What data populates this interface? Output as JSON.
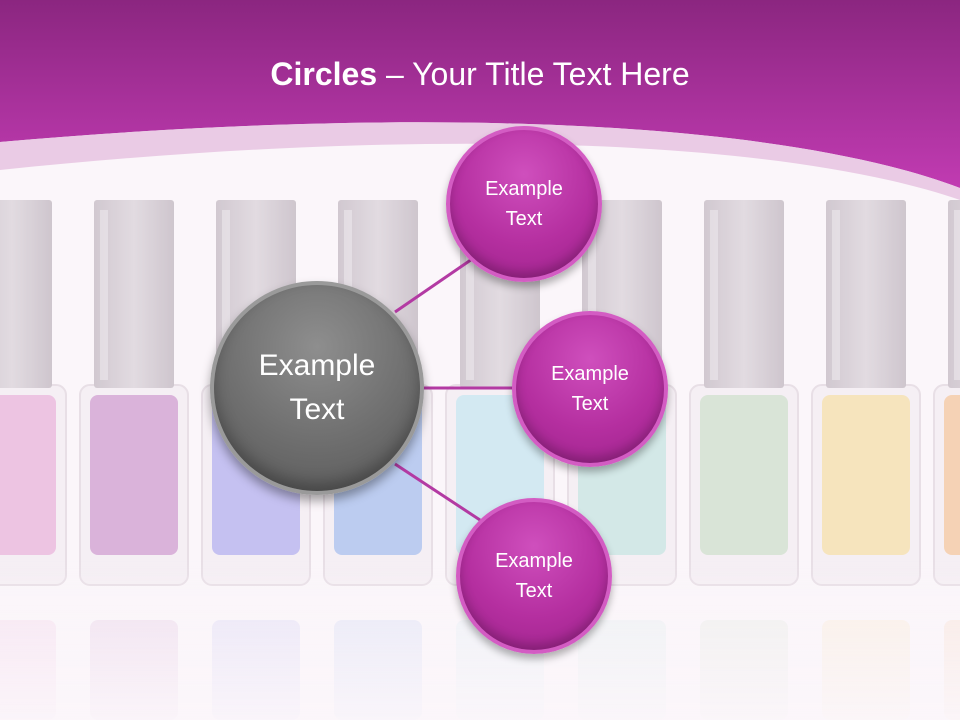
{
  "header": {
    "title_bold": "Circles",
    "title_rest": " – Your Title Text Here"
  },
  "diagram": {
    "center": {
      "label": "Example Text"
    },
    "nodes": [
      {
        "label": "Example Text"
      },
      {
        "label": "Example Text"
      },
      {
        "label": "Example Text"
      }
    ],
    "connector_color": "#b33aa3"
  },
  "colors": {
    "header_top": "#8b2680",
    "header_bottom": "#c13bb2",
    "node_fill": "#b52fa0",
    "center_fill": "#6e6e6e",
    "background": "#fbf6fa"
  },
  "background_image": {
    "subject": "row of nail polish bottles with reflection",
    "polish_colors": [
      "#e7a9d6",
      "#c98fc9",
      "#a8a6ee",
      "#9ab7ec",
      "#bfe4ef",
      "#bfe2de",
      "#c8dcc4",
      "#f6dc9c",
      "#f4c08f"
    ]
  }
}
